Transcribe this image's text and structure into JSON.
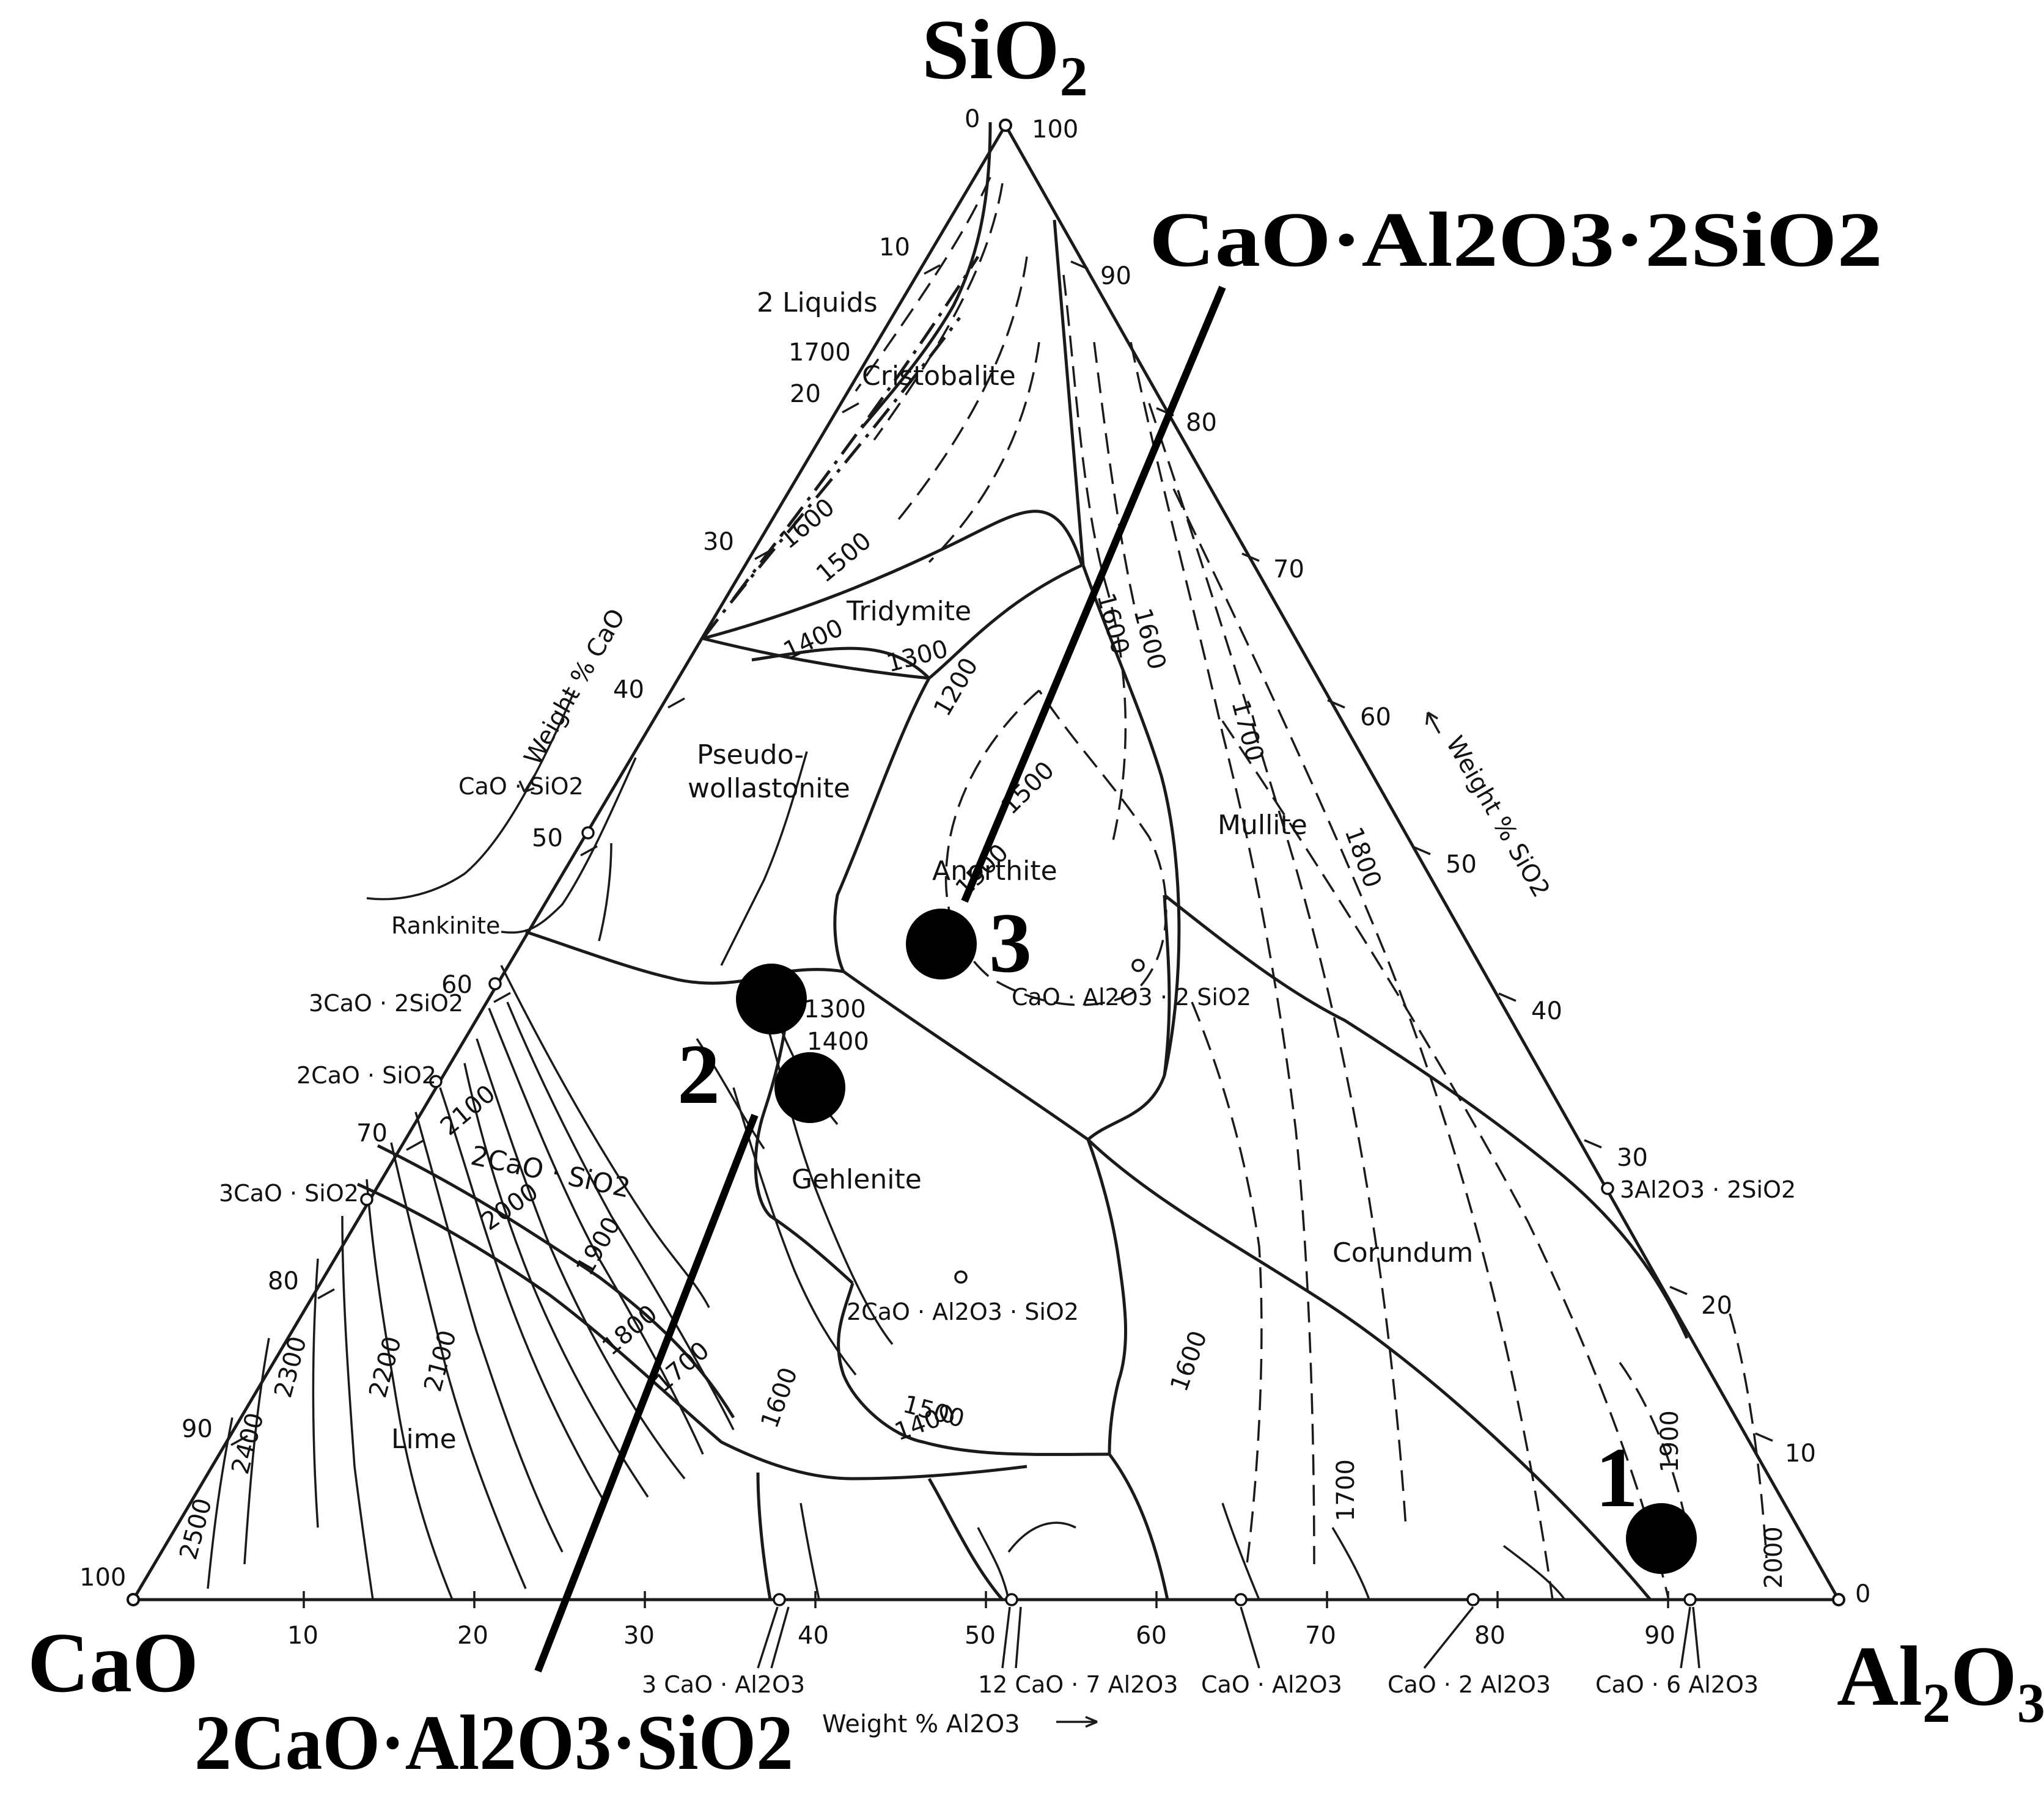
{
  "vertices": {
    "top_main": "SiO",
    "top_sub": "2",
    "left": "CaO",
    "right_main": "Al",
    "right_sub1": "2",
    "right_mid": "O",
    "right_sub2": "3"
  },
  "top_vertex_ticks": {
    "zero": "0",
    "hundred": "100"
  },
  "left_vertex_tick": "100",
  "right_vertex_tick": "0",
  "axis_titles": {
    "cao": "Weight % CaO",
    "sio2": "Weight % SiO2",
    "al2o3": "Weight % Al2O3"
  },
  "left_edge_ticks": [
    "10",
    "20",
    "30",
    "40",
    "50",
    "60",
    "70",
    "80",
    "90"
  ],
  "right_edge_ticks": [
    "90",
    "80",
    "70",
    "60",
    "50",
    "40",
    "30",
    "20",
    "10"
  ],
  "bottom_edge_ticks": [
    "10",
    "20",
    "30",
    "40",
    "50",
    "60",
    "70",
    "80",
    "90"
  ],
  "phase_fields": [
    "2 Liquids",
    "Cristobalite",
    "Tridymite",
    "Pseudo-",
    "wollastonite",
    "Anorthite",
    "Mullite",
    "Gehlenite",
    "Corundum",
    "Lime",
    "2CaO · SiO2"
  ],
  "isotherms": [
    "1700",
    "1600",
    "1500",
    "1400",
    "1300",
    "1200",
    "1600",
    "1600",
    "1700",
    "1800",
    "1300",
    "1400",
    "1500",
    "2100",
    "2000",
    "1900",
    "1800",
    "1700",
    "1600",
    "1500",
    "1400",
    "2300",
    "2200",
    "2100",
    "2400",
    "2500",
    "1600",
    "1700",
    "1900",
    "2000",
    "1500"
  ],
  "compounds": {
    "left": [
      "CaO · SiO2",
      "Rankinite",
      "3CaO · 2SiO2",
      "2CaO · SiO2",
      "3CaO · SiO2"
    ],
    "bottom": [
      "3 CaO · Al2O3",
      "12 CaO · 7 Al2O3",
      "CaO · Al2O3",
      "CaO · 2 Al2O3",
      "CaO · 6 Al2O3"
    ],
    "right": [
      "3Al2O3 · 2SiO2"
    ],
    "interior": [
      "CaO · Al2O3 · 2 SiO2",
      "2CaO · Al2O3 · SiO2"
    ]
  },
  "annotations": {
    "upper_compound": "CaO·Al2O3·2SiO2",
    "lower_compound": "2CaO·Al2O3·SiO2",
    "points": [
      "1",
      "2",
      "3"
    ]
  },
  "colors": {
    "ink": "#111111",
    "background": "#ffffff"
  }
}
